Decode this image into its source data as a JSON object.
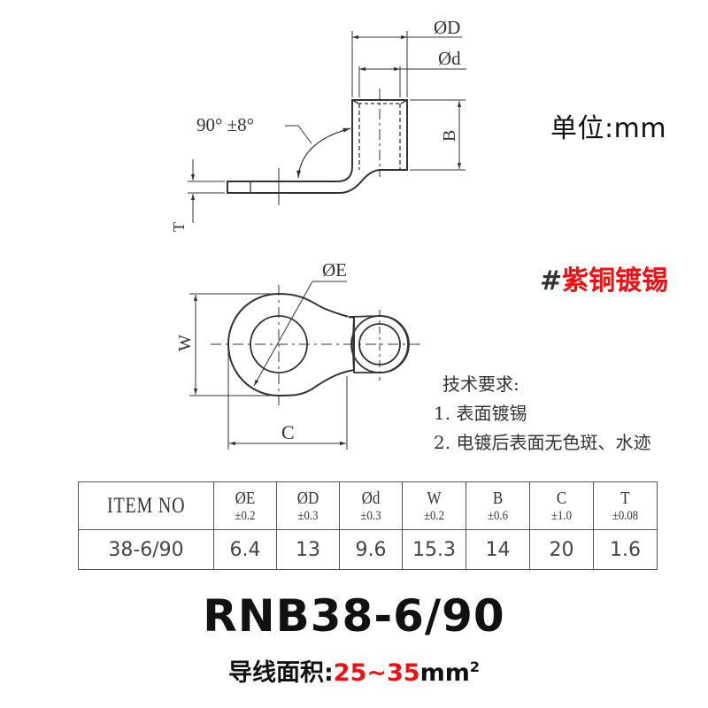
{
  "unit": {
    "label": "单位:mm"
  },
  "material": {
    "hash": "#",
    "name": "紫铜镀锡",
    "color": "#ee1111"
  },
  "side_view": {
    "angle_label": "90°  ±8°",
    "dim_D": "ØD",
    "dim_d": "Ød",
    "dim_B": "B",
    "dim_T": "T"
  },
  "top_view": {
    "dim_E": "ØE",
    "dim_W": "W",
    "dim_C": "C"
  },
  "technical_requirements": {
    "title": "技术要求:",
    "items": [
      "1. 表面镀锡",
      "2. 电镀后表面无色斑、水迹"
    ]
  },
  "spec_table": {
    "columns": [
      {
        "label": "ITEM NO",
        "tol": ""
      },
      {
        "label": "ØE",
        "tol": "±0.2"
      },
      {
        "label": "ØD",
        "tol": "±0.3"
      },
      {
        "label": "Ød",
        "tol": "±0.3"
      },
      {
        "label": "W",
        "tol": "±0.2"
      },
      {
        "label": "B",
        "tol": "±0.6"
      },
      {
        "label": "C",
        "tol": "±1.0"
      },
      {
        "label": "T",
        "tol": "±0.08"
      }
    ],
    "rows": [
      [
        "38-6/90",
        "6.4",
        "13",
        "9.6",
        "15.3",
        "14",
        "20",
        "1.6"
      ]
    ]
  },
  "model": {
    "name": "RNB38-6/90"
  },
  "wire_area": {
    "label": "导线面积:",
    "range": "25~35",
    "unit": "mm",
    "exp": "2",
    "range_color": "#ee1111"
  }
}
